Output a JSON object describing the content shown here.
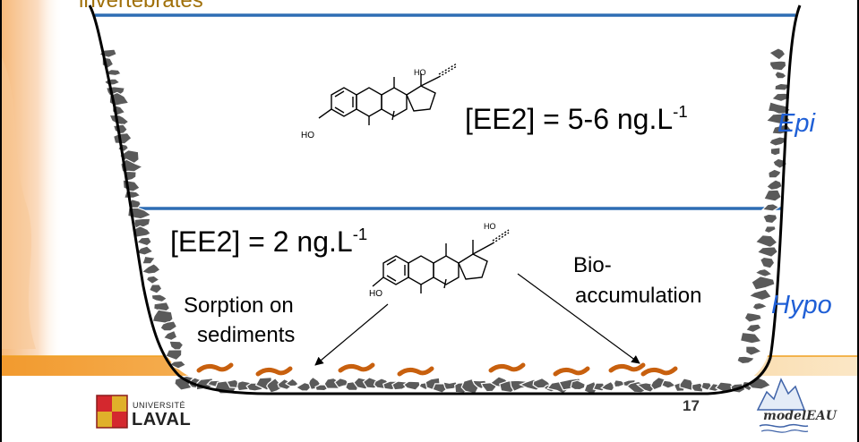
{
  "slide": {
    "title": "invertebrates",
    "page_number": "17"
  },
  "layers": {
    "epi": {
      "name": "Epi",
      "concentration_text": "[EE2] = 5-6 ng.L",
      "exponent": "-1"
    },
    "hypo": {
      "name": "Hypo",
      "concentration_text": "[EE2] = 2 ng.L",
      "exponent": "-1"
    }
  },
  "processes": {
    "sorption": {
      "line1": "Sorption on",
      "line2": "sediments"
    },
    "bioaccumulation": {
      "line1": "Bio-",
      "line2": "accumulation"
    }
  },
  "logos": {
    "university": {
      "line1": "UNIVERSITÉ",
      "line2": "LAVAL"
    },
    "model": {
      "text": "modelEAU"
    }
  },
  "colors": {
    "water_line": "#2e6db4",
    "lake_outline": "#000000",
    "rock": "#5a5a5a",
    "invertebrate": "#c8600e",
    "layer_label": "#1f5fd6",
    "title": "#a0700a",
    "accent_bar": "#f0a020"
  }
}
